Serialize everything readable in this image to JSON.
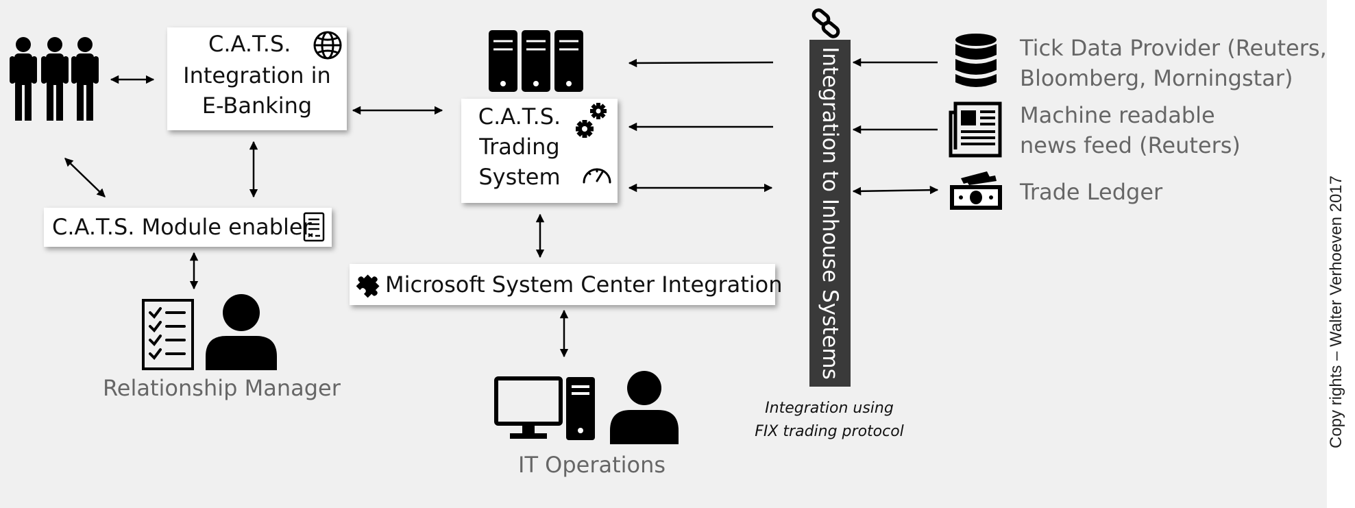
{
  "integration_box": {
    "line1": "C.A.T.S.",
    "line2": "Integration in",
    "line3": "E-Banking"
  },
  "trading_box": {
    "line1": "C.A.T.S.",
    "line2": "Trading",
    "line3": "System"
  },
  "module_box": {
    "label": "C.A.T.S. Module enabler"
  },
  "mssc_box": {
    "label": "Microsoft System Center Integration"
  },
  "relationship_manager": {
    "label": "Relationship Manager"
  },
  "it_operations": {
    "label": "IT Operations"
  },
  "inhouse_bar": {
    "label": "Integration to Inhouse Systems"
  },
  "fix_note": {
    "line1": "Integration using",
    "line2": "FIX trading protocol"
  },
  "sources": [
    {
      "line1": "Tick Data Provider (Reuters,",
      "line2": "Bloomberg, Morningstar)"
    },
    {
      "line1": "Machine readable",
      "line2": "news feed (Reuters)"
    },
    {
      "line1": "Trade Ledger",
      "line2": ""
    }
  ],
  "copyright": "Copy rights – Walter Verhoeven 2017",
  "colors": {
    "background": "#f0f0f0",
    "bar": "#3a3a3a",
    "label_gray": "#666666",
    "icon": "#000000"
  },
  "icons": [
    "users-group-icon",
    "globe-icon",
    "server-rack-icon",
    "gears-icon",
    "speedometer-icon",
    "document-icon",
    "checklist-icon",
    "person-icon",
    "puzzle-icon",
    "computer-icon",
    "chain-link-icon",
    "database-icon",
    "newspaper-icon",
    "money-icon"
  ]
}
